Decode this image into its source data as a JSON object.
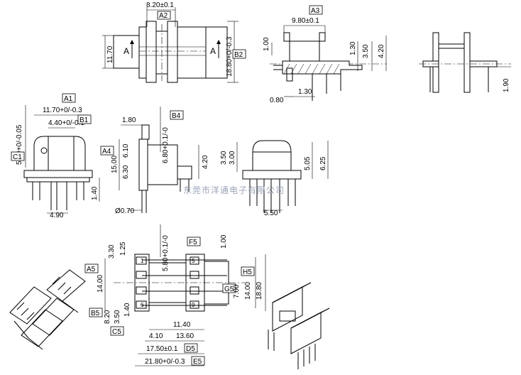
{
  "dims": {
    "d_8_20": "8.20±0.1",
    "d_11_70": "11.70",
    "d_18_80_top": "18.80+0/-0.3",
    "d_9_80": "9.80±0.1",
    "d_1_00a": "1.00",
    "d_1_30a": "1.30",
    "d_3_50a": "3.50",
    "d_4_20a": "4.20",
    "d_0_80": "0.80",
    "d_1_30b": "1.30",
    "d_1_90": "1.90",
    "d_11_70b": "11.70+0/-0.3",
    "d_4_40": "4.40+0/-0.1",
    "d_5_30": "5.30+0/-0.05",
    "d_1_40a": "1.40",
    "d_4_90": "4.90",
    "d_1_80": "1.80",
    "d_6_80": "6.80+0.1/-0",
    "d_6_10": "6.10",
    "d_15_00": "15.00",
    "d_6_30": "6.30",
    "d_4_20b": "4.20",
    "d_0_70": "Ø0.70",
    "d_3_50b": "3.50",
    "d_3_00": "3.00",
    "d_5_05": "5.05",
    "d_6_25": "6.25",
    "d_5_50": "5.50",
    "d_3_30": "3.30",
    "d_1_25": "1.25",
    "d_5_80": "5.80+0.1/-0",
    "d_1_00b": "1.00",
    "d_14_00a": "14.00",
    "d_14_00b": "14.00",
    "d_7_00": "7.00",
    "d_18_80b": "18.80",
    "d_8_20b": "8.20",
    "d_3_50c": "3.50",
    "d_1_40b": "1.40",
    "d_11_40": "11.40",
    "d_4_10": "4.10",
    "d_13_60": "13.60",
    "d_17_50": "17.50±0.1",
    "d_21_80": "21.80+0/-0.3"
  },
  "labels": {
    "A1": "A1",
    "A2": "A2",
    "A3": "A3",
    "A4": "A4",
    "A5": "A5",
    "B1": "B1",
    "B2": "B2",
    "B4": "B4",
    "B5": "B5",
    "C1": "C1",
    "C5": "C5",
    "D5": "D5",
    "E5": "E5",
    "F5": "F5",
    "G5": "G5",
    "H5": "H5",
    "sectionA": "A",
    "pin1": "1",
    "pin5": "5",
    "pin6": "6",
    "pin9": "9"
  },
  "watermark": "东莞市洋通电子有限公司"
}
